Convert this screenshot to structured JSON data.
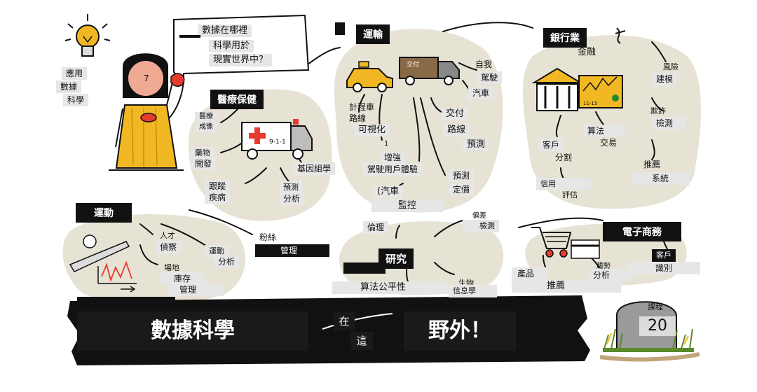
{
  "speech_bubble": {
    "lines": [
      "數據在哪裡",
      "科學用於",
      "現實世界中？"
    ]
  },
  "person": {
    "number_label": "7",
    "tags": [
      "應用",
      "數據",
      "科學"
    ]
  },
  "healthcare": {
    "title": "醫療保健",
    "items": [
      "醫療",
      "成像",
      "藥物",
      "開發",
      "基因組學",
      "跟蹤",
      "疾病",
      "預測",
      "分析"
    ],
    "ambulance_text": "9-1-1"
  },
  "transport": {
    "title": "運輸",
    "truck_label": "交付",
    "items": [
      "自我",
      "駕駛",
      "汽車",
      "計程車",
      "路線",
      "可視化",
      "1",
      "增強",
      "駕駛用戶體驗",
      "交付",
      "路線",
      "預測",
      "預測",
      "定價",
      "(汽車",
      "監控"
    ]
  },
  "banking": {
    "title": "銀行業",
    "subtitle": "金融",
    "card_number": "11-15",
    "items": [
      "風險",
      "建模",
      "欺詐",
      "檢測",
      "算法",
      "交易",
      "客戶",
      "分割",
      "推薦",
      "系統",
      "信用",
      "評估"
    ]
  },
  "sports": {
    "title": "運動",
    "items": [
      "人才",
      "偵察",
      "運動",
      "分析",
      "粉絲",
      "管理",
      "場地",
      "庫存",
      "管理"
    ]
  },
  "research": {
    "title": "研究",
    "items": [
      "倫理",
      "偏差",
      "檢測",
      "算法公平性",
      "生物",
      "信息學"
    ]
  },
  "ecommerce": {
    "title": "電子商務",
    "items": [
      "客戶",
      "識別",
      "產品",
      "推薦",
      "趨勢",
      "分析"
    ]
  },
  "banner": {
    "left": "數據科學",
    "mid_top": "在",
    "mid_bottom": "這",
    "right": "野外！"
  },
  "tombstone": {
    "label": "課程",
    "number": "20"
  }
}
